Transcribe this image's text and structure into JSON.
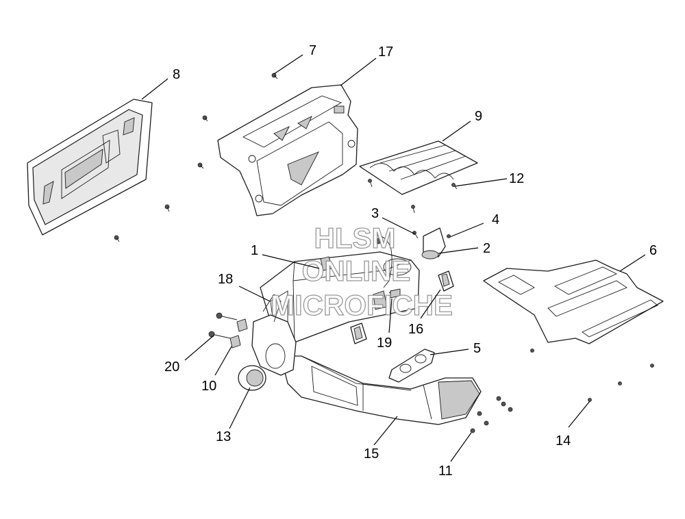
{
  "watermark": {
    "line1": "HLSM",
    "line2": "ONLINE",
    "line3": "MICROFICHE"
  },
  "callouts": [
    {
      "id": "c1",
      "label": "1"
    },
    {
      "id": "c2",
      "label": "2"
    },
    {
      "id": "c3",
      "label": "3"
    },
    {
      "id": "c4",
      "label": "4"
    },
    {
      "id": "c5",
      "label": "5"
    },
    {
      "id": "c6",
      "label": "6"
    },
    {
      "id": "c7",
      "label": "7"
    },
    {
      "id": "c8",
      "label": "8"
    },
    {
      "id": "c9",
      "label": "9"
    },
    {
      "id": "c10",
      "label": "10"
    },
    {
      "id": "c11",
      "label": "11"
    },
    {
      "id": "c12",
      "label": "12"
    },
    {
      "id": "c13",
      "label": "13"
    },
    {
      "id": "c14",
      "label": "14"
    },
    {
      "id": "c15",
      "label": "15"
    },
    {
      "id": "c16",
      "label": "16"
    },
    {
      "id": "c17",
      "label": "17"
    },
    {
      "id": "c18",
      "label": "18"
    },
    {
      "id": "c19",
      "label": "19"
    },
    {
      "id": "c20",
      "label": "20"
    }
  ]
}
